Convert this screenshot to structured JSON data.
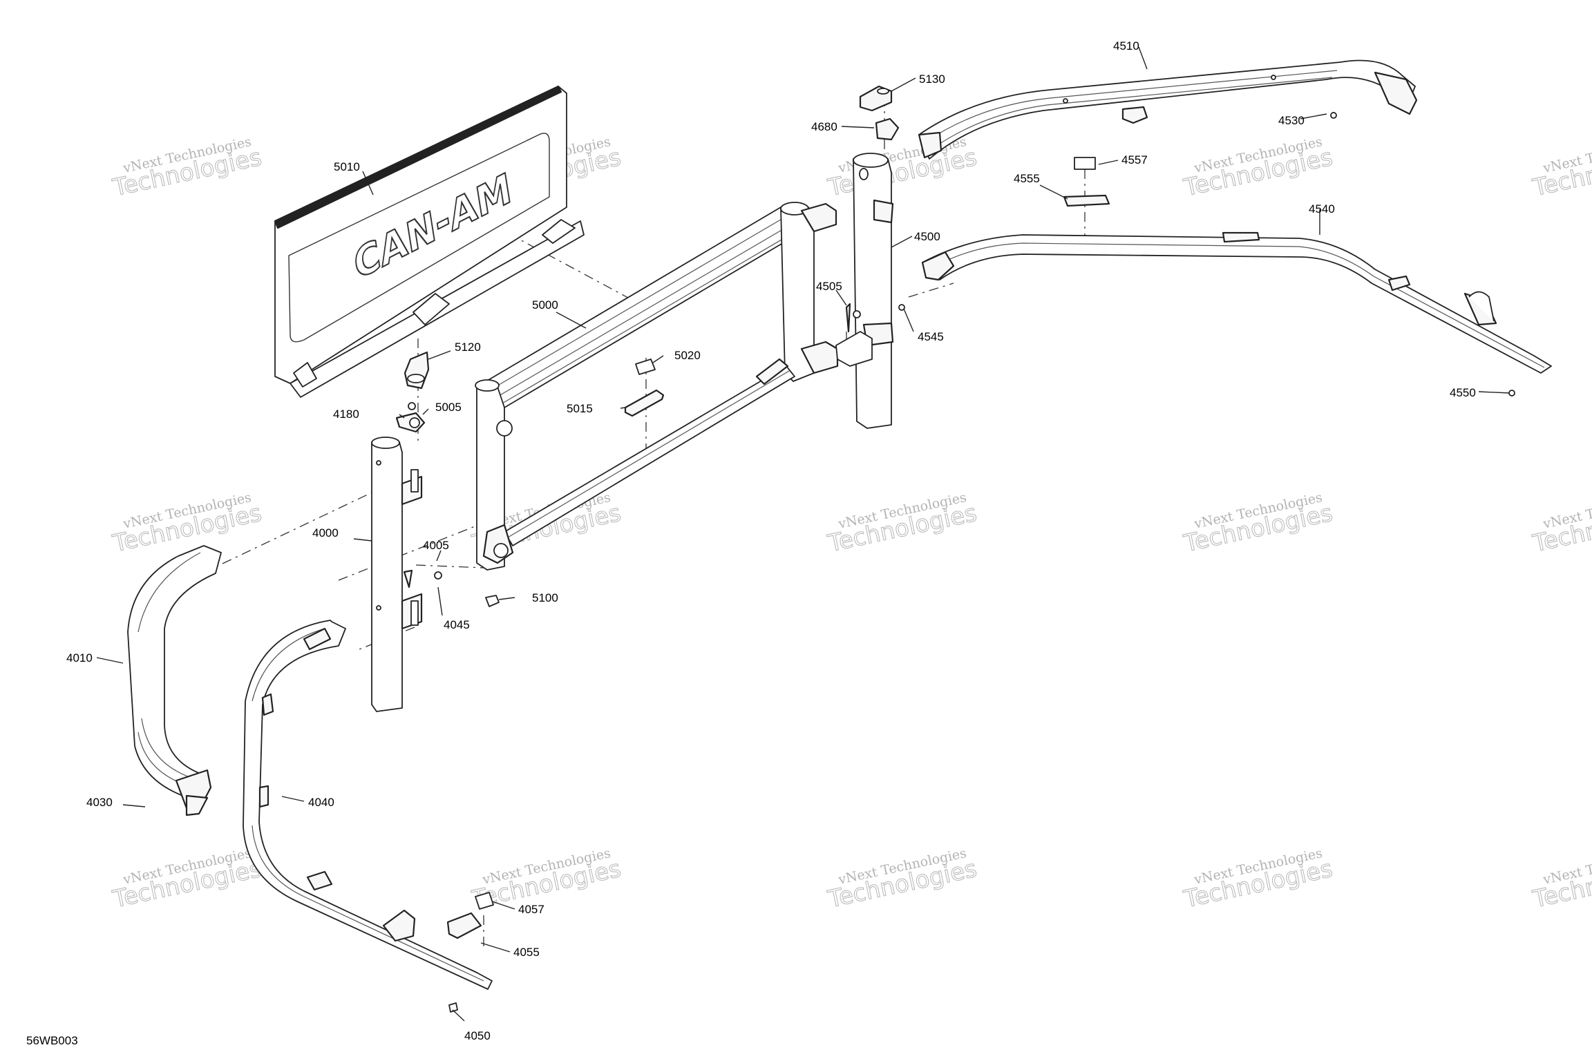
{
  "diagram": {
    "reference_code": "56WB003",
    "watermark": {
      "line1": "vNext Technologies",
      "line2": "Technologies"
    },
    "panel_logo": "CAN-AM",
    "callouts": [
      {
        "id": "5010",
        "label": "5010"
      },
      {
        "id": "5000",
        "label": "5000"
      },
      {
        "id": "5120",
        "label": "5120"
      },
      {
        "id": "4180",
        "label": "4180"
      },
      {
        "id": "5005",
        "label": "5005"
      },
      {
        "id": "5020",
        "label": "5020"
      },
      {
        "id": "5015",
        "label": "5015"
      },
      {
        "id": "4000",
        "label": "4000"
      },
      {
        "id": "4005",
        "label": "4005"
      },
      {
        "id": "4045",
        "label": "4045"
      },
      {
        "id": "5100",
        "label": "5100"
      },
      {
        "id": "4010",
        "label": "4010"
      },
      {
        "id": "4030",
        "label": "4030"
      },
      {
        "id": "4040",
        "label": "4040"
      },
      {
        "id": "4057",
        "label": "4057"
      },
      {
        "id": "4055",
        "label": "4055"
      },
      {
        "id": "4050",
        "label": "4050"
      },
      {
        "id": "5130",
        "label": "5130"
      },
      {
        "id": "4680",
        "label": "4680"
      },
      {
        "id": "4500",
        "label": "4500"
      },
      {
        "id": "4505",
        "label": "4505"
      },
      {
        "id": "4510",
        "label": "4510"
      },
      {
        "id": "4530",
        "label": "4530"
      },
      {
        "id": "4557",
        "label": "4557"
      },
      {
        "id": "4555",
        "label": "4555"
      },
      {
        "id": "4540",
        "label": "4540"
      },
      {
        "id": "4545",
        "label": "4545"
      },
      {
        "id": "4550",
        "label": "4550"
      }
    ]
  }
}
